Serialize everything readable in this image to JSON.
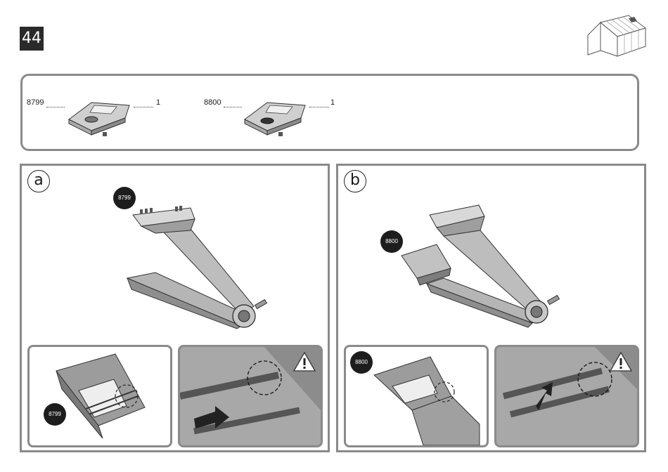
{
  "step": {
    "number": "44"
  },
  "icons": {
    "greenhouse": "greenhouse-outline-icon",
    "warning": "warning-triangle-icon"
  },
  "parts": [
    {
      "code": "8799",
      "qty": "1"
    },
    {
      "code": "8800",
      "qty": "1"
    }
  ],
  "panels": {
    "a": {
      "letter": "a",
      "callout_main": "8799",
      "callout_detail": "8799"
    },
    "b": {
      "letter": "b",
      "callout_main": "8800",
      "callout_detail": "8800"
    }
  },
  "colors": {
    "frame": "#8a8a8a",
    "part_fill": "#bdbdbd",
    "part_dark": "#6e6e6e",
    "callout": "#1d1d1d"
  }
}
